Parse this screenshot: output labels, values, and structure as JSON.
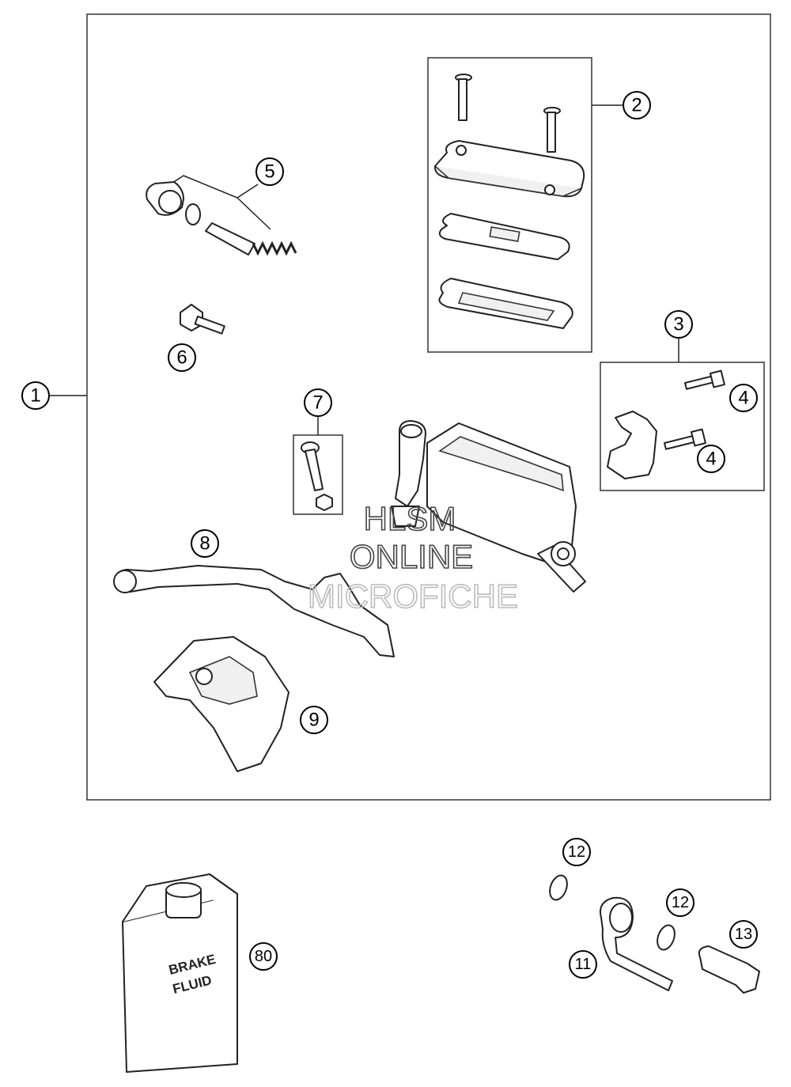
{
  "callouts": {
    "c1": "1",
    "c2": "2",
    "c3": "3",
    "c4a": "4",
    "c4b": "4",
    "c5": "5",
    "c6": "6",
    "c7": "7",
    "c8": "8",
    "c9": "9",
    "c11": "11",
    "c12a": "12",
    "c12b": "12",
    "c13": "13",
    "c80": "80"
  },
  "fluid_can": {
    "line1": "BRAKE",
    "line2": "FLUID"
  },
  "watermark": {
    "line1": "HLSM",
    "line2": "ONLINE",
    "line3": "MICROFICHE"
  }
}
